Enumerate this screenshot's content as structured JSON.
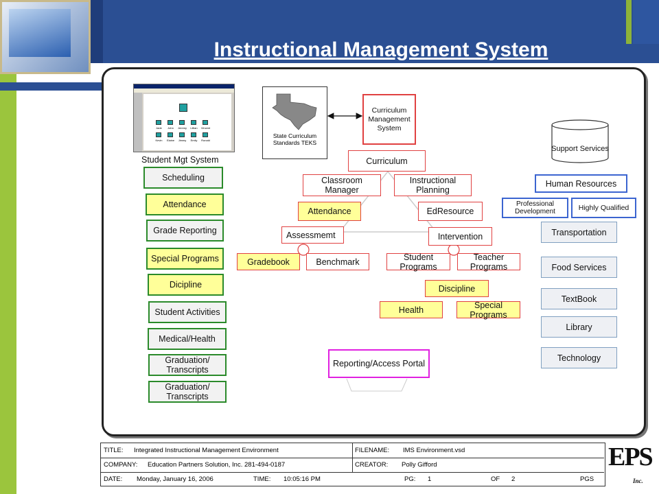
{
  "title": "Instructional Management System",
  "student_mgt": {
    "caption": "Student Mgt System",
    "screenshot_names": [
      "Jade",
      "John",
      "Jeremy",
      "Lillian",
      "Vincent",
      "Kevin",
      "Elaine",
      "Jimmy",
      "Emily",
      "Ronald"
    ],
    "items": [
      "Scheduling",
      "Attendance",
      "Grade Reporting",
      "Special Programs",
      "Dicipline",
      "Student Activities",
      "Medical/Health",
      "Graduation/ Transcripts",
      "Graduation/ Transcripts"
    ]
  },
  "state": {
    "label": "State Curriculum Standards TEKS"
  },
  "curriculum_mgmt": "Curriculum Management System",
  "nodes": {
    "curriculum": "Curriculum",
    "classroom_manager": "Classroom Manager",
    "instructional_planning": "Instructional Planning",
    "attendance": "Attendance",
    "edresource": "EdResource",
    "assessment": "Assessmemt",
    "intervention": "Intervention",
    "gradebook": "Gradebook",
    "benchmark": "Benchmark",
    "student_programs": "Student Programs",
    "teacher_programs": "Teacher Programs",
    "discipline": "Discipline",
    "health": "Health",
    "special_programs": "Special Programs",
    "reporting_portal": "Reporting/Access Portal"
  },
  "support": {
    "cylinder": "Support Services",
    "human_resources": "Human Resources",
    "professional_development": "Professional Development",
    "highly_qualified": "Highly Qualified",
    "items": [
      "Transportation",
      "Food Services",
      "TextBook",
      "Library",
      "Technology"
    ]
  },
  "footer": {
    "title_label": "TITLE:",
    "title_value": "Integrated Instructional Management Environment",
    "filename_label": "FILENAME:",
    "filename_value": "IMS Environment.vsd",
    "company_label": "COMPANY:",
    "company_value": "Education Partners Solution, Inc. 281-494-0187",
    "creator_label": "CREATOR:",
    "creator_value": "Polly Gifford",
    "date_label": "DATE:",
    "date_value": "Monday, January 16, 2006",
    "time_label": "TIME:",
    "time_value": "10:05:16 PM",
    "pg_label": "PG:",
    "pg_value": "1",
    "of_label": "OF",
    "of_value": "2",
    "pgs_label": "PGS"
  },
  "logo": {
    "text": "EPS",
    "suffix": "Inc."
  },
  "colors": {
    "banner": "#1f3d7a",
    "accent_green": "#9bc53d",
    "red": "#e04040",
    "blue": "#3b64d0",
    "magenta": "#e020e0",
    "yellow": "#ffff99"
  }
}
